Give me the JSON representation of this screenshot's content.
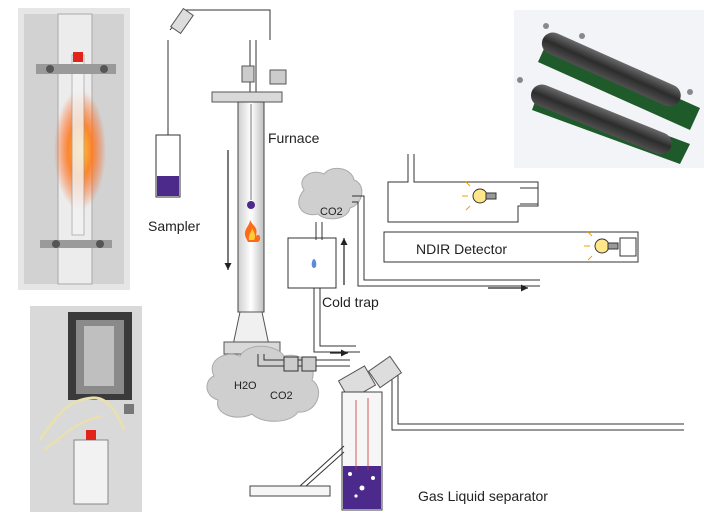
{
  "labels": {
    "sampler": "Sampler",
    "furnace": "Furnace",
    "co2_top": "CO2",
    "ndir": "NDIR Detector",
    "cold_trap": "Cold trap",
    "h2o": "H2O",
    "co2_bottom": "CO2",
    "gls": "Gas Liquid separator"
  },
  "colors": {
    "liquid": "#4b2a8c",
    "flame": "#ff6a1a",
    "pcb": "#1f5a2a",
    "cloud": "#cfcfcf",
    "line": "#333333"
  }
}
